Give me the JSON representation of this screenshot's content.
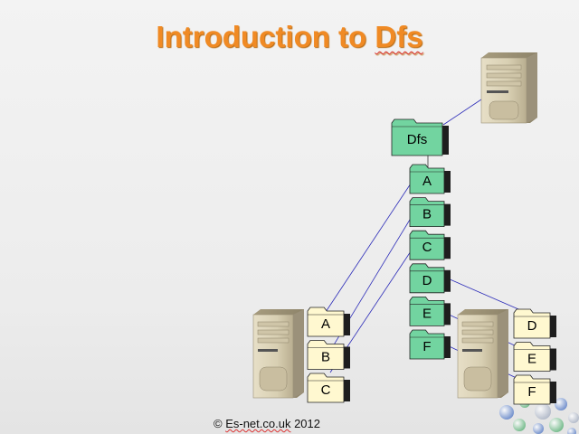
{
  "slide": {
    "title_prefix": "Introduction to ",
    "title_word": "Dfs",
    "footer_prefix": "© ",
    "footer_site": "Es-net.co.uk",
    "footer_suffix": " 2012"
  },
  "dfs_root": {
    "label": "Dfs",
    "color": "#72d4a0"
  },
  "dfs_folders": [
    "A",
    "B",
    "C",
    "D",
    "E",
    "F"
  ],
  "server_left_shares": [
    "A",
    "B",
    "C"
  ],
  "server_right_shares": [
    "D",
    "E",
    "F"
  ],
  "colors": {
    "title": "#f08a24",
    "link_folder": "#72d4a0",
    "share_folder": "#fff8d0",
    "connector": "#2b2bb8"
  }
}
